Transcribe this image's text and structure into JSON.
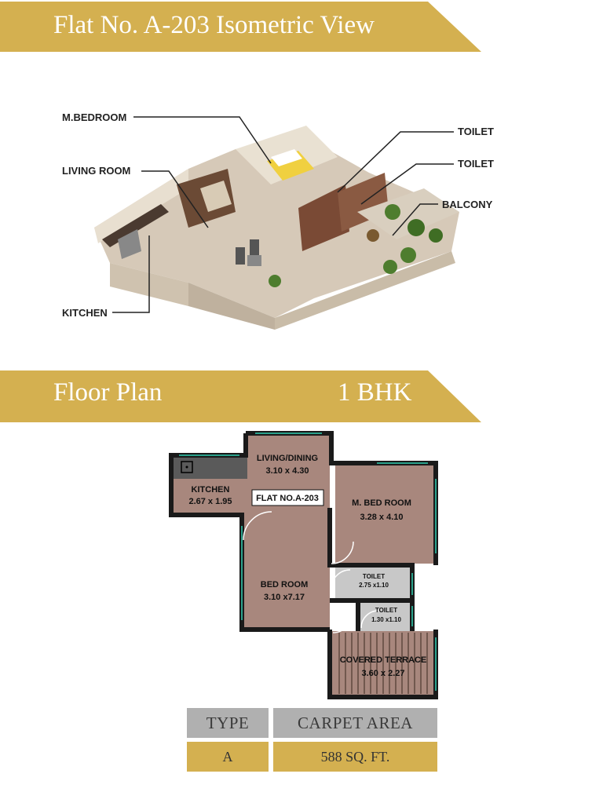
{
  "iso_banner": {
    "title": "Flat No. A-203 Isometric View"
  },
  "iso_callouts": {
    "m_bedroom": "M.BEDROOM",
    "living_room": "LIVING ROOM",
    "kitchen": "KITCHEN",
    "toilet_1": "TOILET",
    "toilet_2": "TOILET",
    "balcony": "BALCONY"
  },
  "plan_banner": {
    "title": "Floor Plan",
    "type": "1 BHK"
  },
  "plan_rooms": {
    "living": {
      "name": "LIVING/DINING",
      "size": "3.10 x 4.30"
    },
    "kitchen": {
      "name": "KITCHEN",
      "size": "2.67 x 1.95"
    },
    "flat_label": "FLAT NO.A-203",
    "master": {
      "name": "M. BED ROOM",
      "size": "3.28 x 4.10"
    },
    "bedroom": {
      "name": "BED ROOM",
      "size": "3.10 x7.17"
    },
    "toilet_1": {
      "name": "TOILET",
      "size": "2.75 x1.10"
    },
    "toilet_2": {
      "name": "TOILET",
      "size": "1.30 x1.10"
    },
    "terrace": {
      "name": "COVERED TERRACE",
      "size": "3.60 x 2.27"
    }
  },
  "spec_table": {
    "headers": [
      "TYPE",
      "CARPET AREA"
    ],
    "values": [
      "A",
      "588 SQ. FT."
    ]
  },
  "colors": {
    "gold": "#d4b050",
    "gray": "#b0b0b0",
    "room": "#a8877d",
    "wall": "#2a2a2a"
  }
}
